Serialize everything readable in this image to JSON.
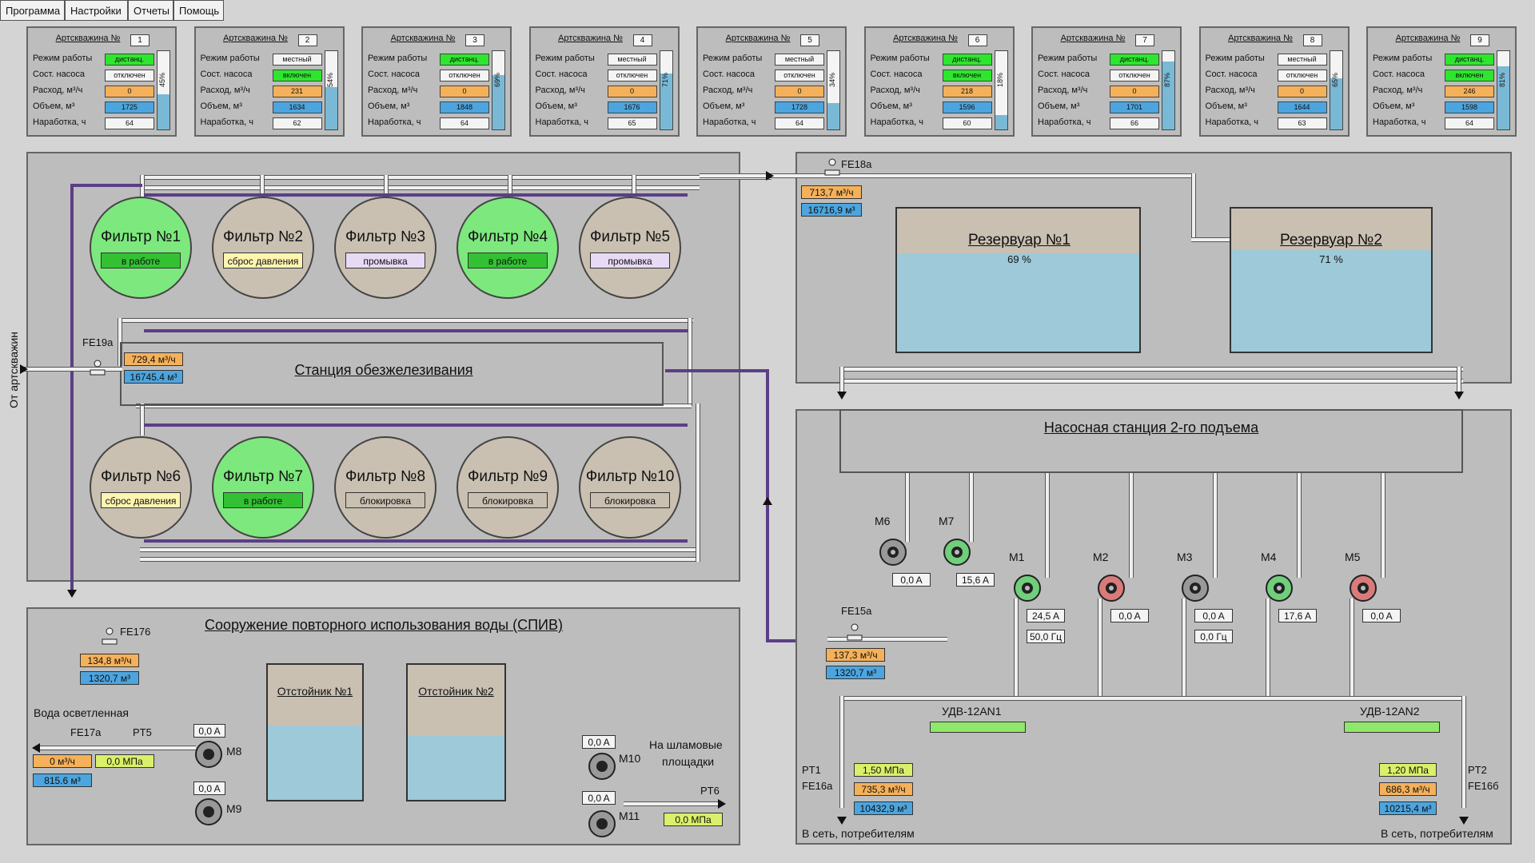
{
  "menu": [
    "Программа",
    "Настройки",
    "Отчеты",
    "Помощь"
  ],
  "wells": [
    {
      "title": "Артскважина №",
      "num": "1",
      "mode": "дистанц.",
      "pump": "отключен",
      "flow": "0",
      "volume": "1725",
      "hours": "64",
      "level": 45
    },
    {
      "title": "Артскважина №",
      "num": "2",
      "mode": "местный",
      "pump": "включен",
      "flow": "231",
      "volume": "1634",
      "hours": "62",
      "level": 54
    },
    {
      "title": "Артскважина №",
      "num": "3",
      "mode": "дистанц.",
      "pump": "отключен",
      "flow": "0",
      "volume": "1848",
      "hours": "64",
      "level": 69
    },
    {
      "title": "Артскважина №",
      "num": "4",
      "mode": "местный",
      "pump": "отключен",
      "flow": "0",
      "volume": "1676",
      "hours": "65",
      "level": 71
    },
    {
      "title": "Артскважина №",
      "num": "5",
      "mode": "местный",
      "pump": "отключен",
      "flow": "0",
      "volume": "1728",
      "hours": "64",
      "level": 34
    },
    {
      "title": "Артскважина №",
      "num": "6",
      "mode": "дистанц.",
      "pump": "включен",
      "flow": "218",
      "volume": "1596",
      "hours": "60",
      "level": 18
    },
    {
      "title": "Артскважина №",
      "num": "7",
      "mode": "дистанц.",
      "pump": "отключен",
      "flow": "0",
      "volume": "1701",
      "hours": "66",
      "level": 87
    },
    {
      "title": "Артскважина №",
      "num": "8",
      "mode": "местный",
      "pump": "отключен",
      "flow": "0",
      "volume": "1644",
      "hours": "63",
      "level": 65
    },
    {
      "title": "Артскважина №",
      "num": "9",
      "mode": "дистанц.",
      "pump": "включен",
      "flow": "246",
      "volume": "1598",
      "hours": "64",
      "level": 81
    }
  ],
  "well_labels": {
    "mode": "Режим работы",
    "pump": "Сост. насоса",
    "flow": "Расход, м³/ч",
    "volume": "Объем, м³",
    "hours": "Наработка, ч"
  },
  "filters": [
    {
      "name": "Фильтр №1",
      "status": "в работе",
      "state": "active",
      "stype": "work"
    },
    {
      "name": "Фильтр №2",
      "status": "сброс давления",
      "state": "idle",
      "stype": "reset"
    },
    {
      "name": "Фильтр №3",
      "status": "промывка",
      "state": "idle",
      "stype": "wash"
    },
    {
      "name": "Фильтр №4",
      "status": "в работе",
      "state": "active",
      "stype": "work"
    },
    {
      "name": "Фильтр №5",
      "status": "промывка",
      "state": "idle",
      "stype": "wash"
    },
    {
      "name": "Фильтр №6",
      "status": "сброс давления",
      "state": "idle",
      "stype": "reset"
    },
    {
      "name": "Фильтр №7",
      "status": "в работе",
      "state": "active",
      "stype": "work"
    },
    {
      "name": "Фильтр №8",
      "status": "блокировка",
      "state": "idle",
      "stype": "block"
    },
    {
      "name": "Фильтр №9",
      "status": "блокировка",
      "state": "idle",
      "stype": "block"
    },
    {
      "name": "Фильтр №10",
      "status": "блокировка",
      "state": "idle",
      "stype": "block"
    }
  ],
  "station": {
    "title": "Станция обезжелезивания",
    "inlet": "От артскважин",
    "fe19a": "FE19a",
    "fe19a_flow": "729,4 м³/ч",
    "fe19a_vol": "16745.4 м³"
  },
  "reservoirs": {
    "fe18a": "FE18a",
    "fe18a_flow": "713,7 м³/ч",
    "fe18a_vol": "16716,9 м³",
    "r1": "Резервуар №1",
    "r1_pct": "69 %",
    "r1_level": 69,
    "r2": "Резервуар №2",
    "r2_pct": "71 %",
    "r2_level": 71
  },
  "pumping": {
    "title": "Насосная станция 2-го подъема",
    "pumps": [
      {
        "name": "M6",
        "current": "0,0 A",
        "on": false
      },
      {
        "name": "M7",
        "current": "15,6 A",
        "on": true
      },
      {
        "name": "M1",
        "current": "24,5 A",
        "freq": "50,0 Гц",
        "on": true
      },
      {
        "name": "M2",
        "current": "0,0 A",
        "on": false,
        "fault": true
      },
      {
        "name": "M3",
        "current": "0,0 A",
        "freq": "0,0 Гц",
        "on": false
      },
      {
        "name": "M4",
        "current": "17,6 A",
        "on": true
      },
      {
        "name": "M5",
        "current": "0,0 A",
        "on": false,
        "fault": true
      }
    ],
    "fe15a": "FE15a",
    "fe15a_flow": "137,3 м³/ч",
    "fe15a_vol": "1320,7 м³",
    "udv1": "УДВ-12AN1",
    "udv2": "УДВ-12AN2",
    "pt1": "PT1",
    "fe16a": "FE16a",
    "p1": "1,50 МПа",
    "flow1": "735,3 м³/ч",
    "vol1": "10432,9 м³",
    "pt2": "PT2",
    "fe16b": "FE16б",
    "p2": "1,20 МПа",
    "flow2": "686,3 м³/ч",
    "vol2": "10215,4 м³",
    "out1": "В сеть, потребителям",
    "out2": "В сеть, потребителям"
  },
  "spiv": {
    "title": "Сооружение повторного использования воды (СПИВ)",
    "fe176": "FE176",
    "fe176_flow": "134,8 м³/ч",
    "fe176_vol": "1320,7 м³",
    "clear_water": "Вода осветленная",
    "fe17a": "FE17a",
    "pt5": "PT5",
    "fe17a_flow": "0 м³/ч",
    "pt5_val": "0,0 МПа",
    "fe17a_vol": "815.6 м³",
    "m8": "M8",
    "m8_a": "0,0 A",
    "m9": "M9",
    "m9_a": "0,0 A",
    "t1": "Отстойник №1",
    "t1_level": 55,
    "t2": "Отстойник №2",
    "t2_level": 48,
    "m10": "M10",
    "m10_a": "0,0 A",
    "m11": "M11",
    "m11_a": "0,0 A",
    "sludge": "На шламовые",
    "sludge2": "площадки",
    "pt6": "PT6",
    "pt6_val": "0,0 МПа"
  }
}
